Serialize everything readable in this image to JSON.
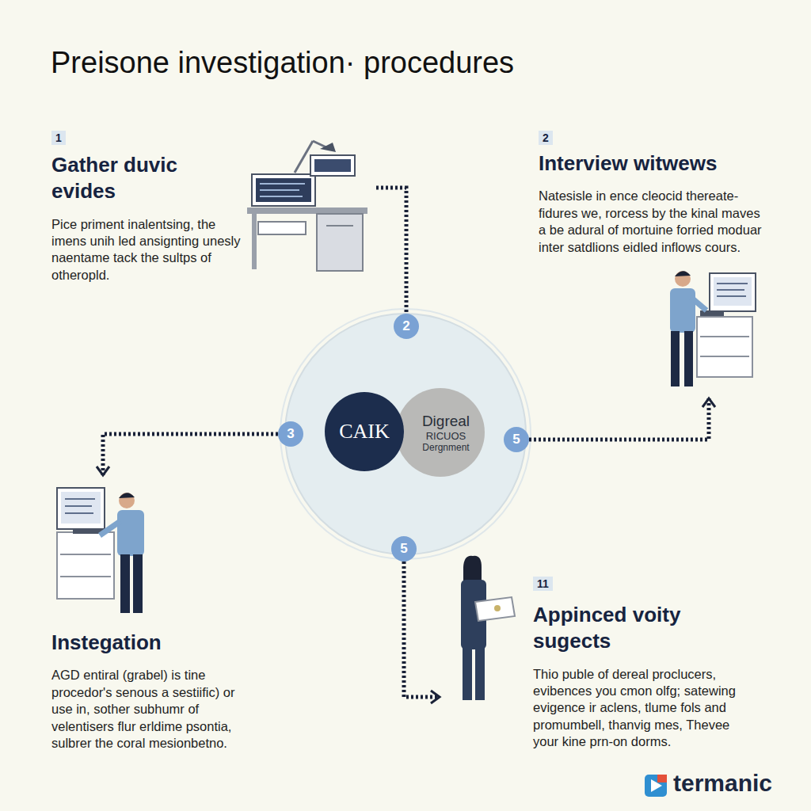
{
  "diagram": {
    "title": "Preisone investigation· procedures",
    "nodes": [
      {
        "text": [
          "Gather duvic evides",
          "Pice priment inalentsing, the imens unih led ansignting unesly naentame tack the sultps of otheropld."
        ]
      },
      {
        "text": [
          "Interview witwews",
          "Natesisle in ence cleocid thereate- fidures we, rorcess by the kinal maves a be adural of mortuine forried moduar inter satdlions eidled inflows cours."
        ]
      },
      {
        "text": [
          "2"
        ]
      },
      {
        "text": [
          "3"
        ]
      },
      {
        "text": [
          "CAIK"
        ]
      },
      {
        "text": [
          "Digreal",
          "RICUOS",
          "Dergnment"
        ]
      },
      {
        "text": [
          "5"
        ]
      },
      {
        "text": [
          "5"
        ]
      },
      {
        "text": [
          "Instegation",
          "AGD entiral (grabel) is tine procedor's senous a sestiific) or use in, sother subhumr of velentisers flur erldime psontia, sulbrer the coral mesionbetno."
        ]
      },
      {
        "text": [
          "Appinced voity sugects",
          "Thio puble of dereal proclucers, evibences you cmon olfg; satewing evigence ir aclens, tlume fols and promumbell, thanvig mes, Thevee your kine prn-on dorms."
        ]
      }
    ],
    "edges": [
      {
        "from": 0,
        "to": 2,
        "arrow": "none"
      },
      {
        "from": 3,
        "to": 8,
        "arrow": "to"
      },
      {
        "from": 6,
        "to": 1,
        "arrow": "to"
      },
      {
        "from": 7,
        "to": 9,
        "arrow": "to"
      }
    ],
    "labels": [
      "1",
      "2",
      "11",
      "termanic"
    ]
  }
}
